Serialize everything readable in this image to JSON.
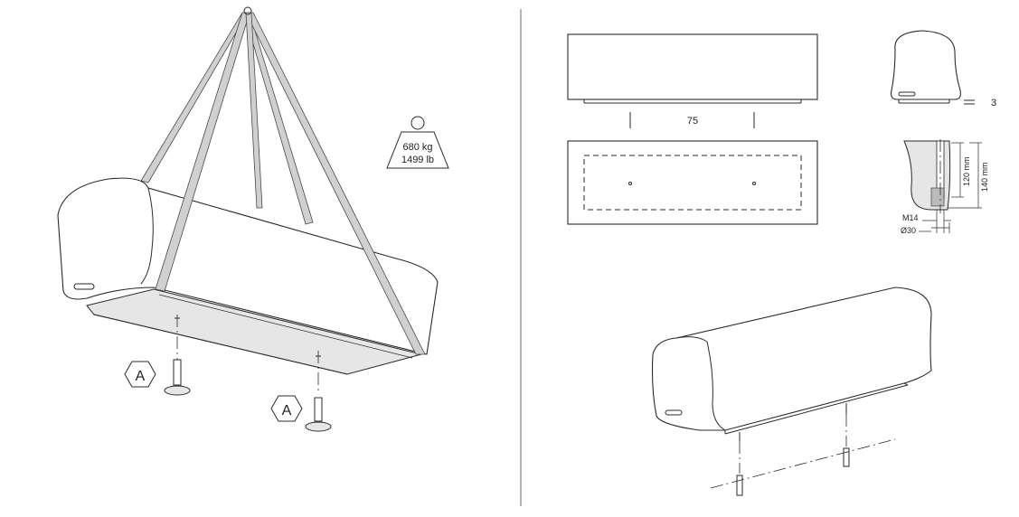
{
  "weight": {
    "kg": "680 kg",
    "lb": "1499 lb"
  },
  "marker": {
    "label": "A"
  },
  "views": {
    "spacing": "75",
    "plinth_gap": "3"
  },
  "anchor": {
    "depth_120": "120 mm",
    "depth_140": "140 mm",
    "thread": "M14",
    "hole_diameter": "Ø30"
  }
}
